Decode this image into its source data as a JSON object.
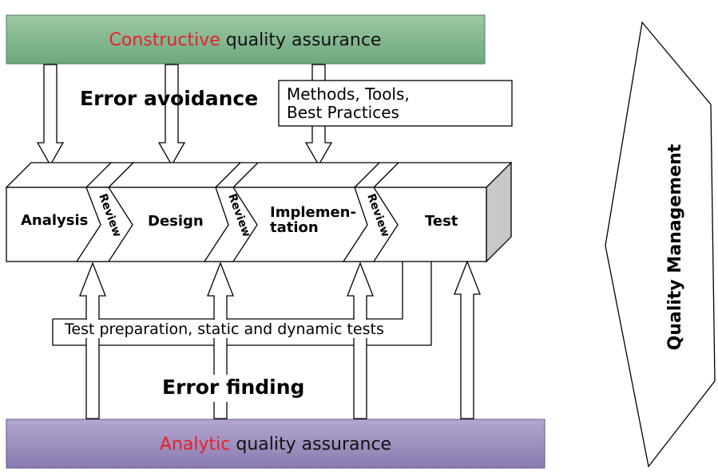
{
  "top_banner": {
    "highlight": "Constructive",
    "rest": " quality assurance"
  },
  "bottom_banner": {
    "highlight": "Analytic",
    "rest": " quality assurance"
  },
  "labels": {
    "error_avoidance": "Error avoidance",
    "error_finding": "Error finding",
    "methods_line1": "Methods, Tools,",
    "methods_line2": "Best Practices",
    "test_prep": "Test preparation, static and dynamic tests",
    "quality_management": "Quality Management"
  },
  "phases": {
    "analysis": "Analysis",
    "design": "Design",
    "implementation_line1": "Implemen-",
    "implementation_line2": "tation",
    "test": "Test"
  },
  "review_label": "Review",
  "colors": {
    "highlight": "#e8202a",
    "top_banner_top": "#9cc8a4",
    "top_banner_bottom": "#6ea77e",
    "bottom_banner_top": "#b3a6cf",
    "bottom_banner_bottom": "#8a7bb0",
    "box_side": "#c8c8c8"
  }
}
